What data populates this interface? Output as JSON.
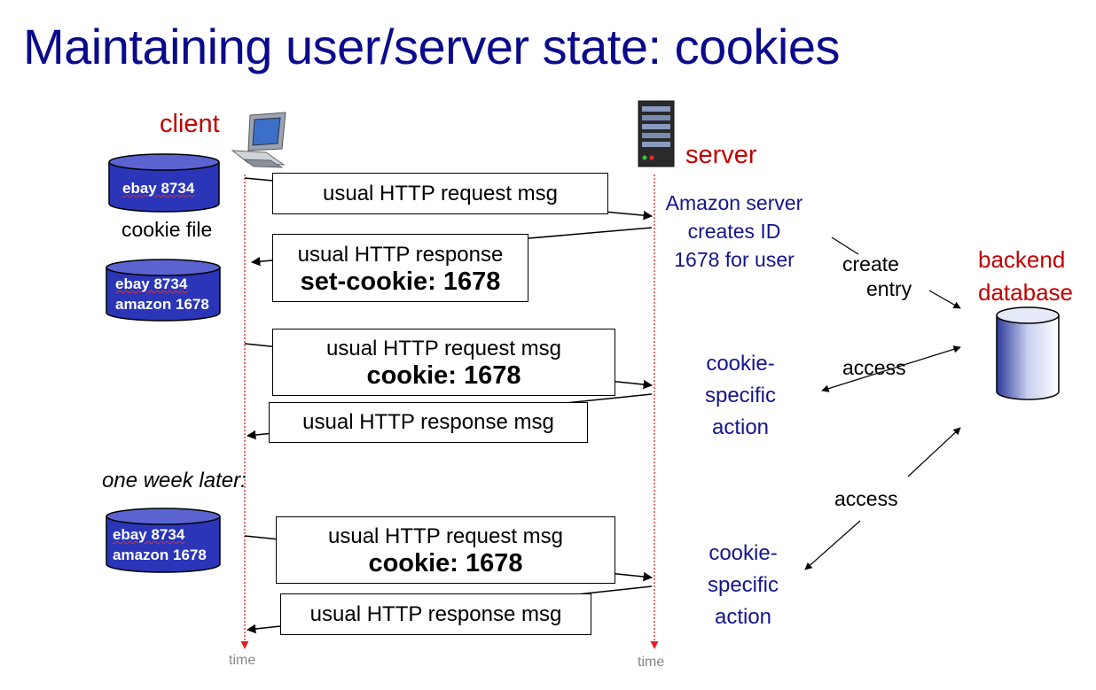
{
  "title": "Maintaining user/server state: cookies",
  "client_label": "client",
  "server_label": "server",
  "backend_label_1": "backend",
  "backend_label_2": "database",
  "cookie_file_label": "cookie file",
  "cookie_file_1": [
    "ebay 8734"
  ],
  "cookie_file_2": [
    "ebay 8734",
    "amazon 1678"
  ],
  "cookie_file_3": [
    "ebay 8734",
    "amazon 1678"
  ],
  "messages": {
    "m1_line1": "usual HTTP request msg",
    "m2_line1": "usual HTTP response",
    "m2_line2": "set-cookie: 1678",
    "m3_line1": "usual HTTP request msg",
    "m3_line2": "cookie: 1678",
    "m4_line1": "usual HTTP response msg",
    "m5_line1": "usual HTTP request msg",
    "m5_line2": "cookie: 1678",
    "m6_line1": "usual HTTP response msg"
  },
  "server_notes": {
    "creates_1": "Amazon server",
    "creates_2": "creates ID",
    "creates_3": "1678 for user",
    "action1_1": "cookie-",
    "action1_2": "specific",
    "action1_3": "action",
    "action2_1": "cookie-",
    "action2_2": "specific",
    "action2_3": "action"
  },
  "db_labels": {
    "create_1": "create",
    "create_2": "entry",
    "access_1": "access",
    "access_2": "access"
  },
  "one_week_later": "one week later:",
  "time_label_client": "time",
  "time_label_server": "time",
  "colors": {
    "title": "#0a0a8c",
    "accent_red": "#c00000",
    "note_blue": "#15158a",
    "cylinder_fill": "#2a35b8",
    "timeline": "#e02020"
  }
}
